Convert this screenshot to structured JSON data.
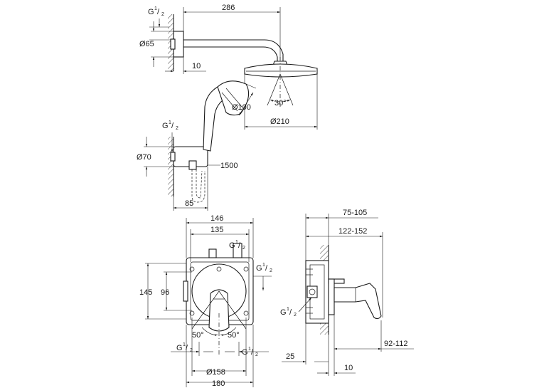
{
  "dims": {
    "overall_width": "286",
    "arm_flange_dia": "Ø65",
    "arm_flange_depth": "10",
    "head_dia": "Ø210",
    "head_angle": "30°",
    "hand_shower_dia": "Ø100",
    "holder_dia": "Ø70",
    "hose_length": "1500",
    "holder_depth": "85",
    "box_width_outer": "146",
    "box_width_inner": "135",
    "box_height_outer": "145",
    "box_height_inner": "96",
    "angle_left": "50°",
    "angle_right": "50°",
    "plate_dia": "Ø158",
    "plate_width": "180",
    "install_depth": "75-105",
    "install_depth2": "122-152",
    "lever_depth": "92-112",
    "wall_offset": "25",
    "plate_offset": "10"
  },
  "thread": {
    "letter": "G",
    "numerator": "1",
    "denominator": "2"
  }
}
